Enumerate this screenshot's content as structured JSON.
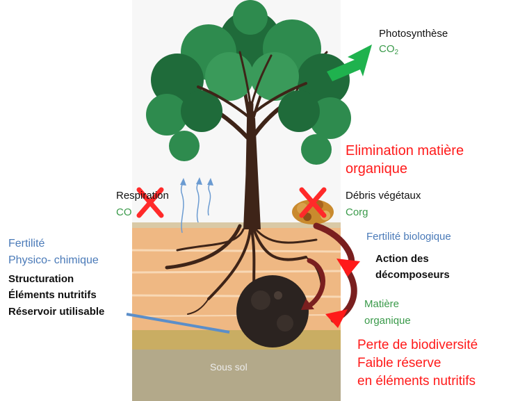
{
  "labels": {
    "photosynthese": "Photosynthèse",
    "co2_photo_main": "CO",
    "co2_photo_sub": "2",
    "elimination_line1": "Elimination matière",
    "elimination_line2": "organique",
    "respiration": "Respiration",
    "co2_resp": "CO",
    "debris": "Débris végétaux",
    "corg": "Corg",
    "fertilite_bio": "Fertilité biologique",
    "fertilite_line1": "Fertilité",
    "fertilite_line2": "Physico- chimique",
    "structuration": "Structuration",
    "elements_nutritifs": "Éléments nutritifs",
    "reservoir": "Réservoir utilisable",
    "action_line1": "Action des",
    "action_line2": "décomposeurs",
    "matiere_line1": "Matière",
    "matiere_line2": "organique",
    "perte_line1": "Perte de biodiversité",
    "perte_line2": "Faible réserve",
    "perte_line3": "en éléments nutritifs",
    "sous_sol": "Sous sol"
  },
  "colors": {
    "soil_light": "#f2c79a",
    "soil_mid": "#e8a86e",
    "soil_line": "#f6d6b0",
    "subsoil_band": "#c9ad63",
    "subsoil": "#b3a98a",
    "foliage_dark": "#1f6b3a",
    "foliage": "#2e8b4e",
    "trunk": "#3e2418",
    "arrow_green": "#1fb24e",
    "arrow_dark_red": "#7a1f1f",
    "arrow_red": "#ff1a1a",
    "cross_red": "#ff2a2a",
    "line_blue": "#5b8ec9"
  },
  "icons": [
    "tree-icon",
    "green-arrow-icon",
    "red-cross-icon",
    "debris-icon",
    "soil-ball-icon"
  ]
}
